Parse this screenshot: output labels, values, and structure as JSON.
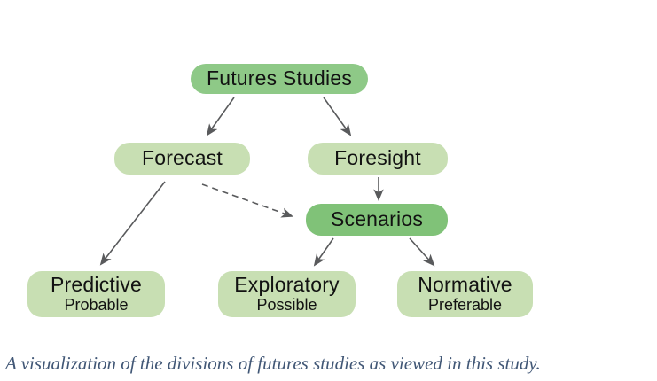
{
  "diagram": {
    "nodes": {
      "futures_studies": {
        "label": "Futures Studies"
      },
      "forecast": {
        "label": "Forecast"
      },
      "foresight": {
        "label": "Foresight"
      },
      "scenarios": {
        "label": "Scenarios"
      },
      "predictive": {
        "label": "Predictive",
        "sublabel": "Probable"
      },
      "exploratory": {
        "label": "Exploratory",
        "sublabel": "Possible"
      },
      "normative": {
        "label": "Normative",
        "sublabel": "Preferable"
      }
    },
    "edges": [
      {
        "from": "futures_studies",
        "to": "forecast",
        "style": "solid"
      },
      {
        "from": "futures_studies",
        "to": "foresight",
        "style": "solid"
      },
      {
        "from": "forecast",
        "to": "predictive",
        "style": "solid"
      },
      {
        "from": "forecast",
        "to": "scenarios",
        "style": "dashed"
      },
      {
        "from": "foresight",
        "to": "scenarios",
        "style": "solid"
      },
      {
        "from": "scenarios",
        "to": "exploratory",
        "style": "solid"
      },
      {
        "from": "scenarios",
        "to": "normative",
        "style": "solid"
      }
    ],
    "colors": {
      "node_dark": "#8ec987",
      "node_scenarios": "#80c278",
      "node_light": "#c8dfb3",
      "arrow": "#595a5c",
      "caption": "#415776"
    }
  },
  "caption": {
    "text": "A visualization of the divisions of futures studies as viewed in this study."
  }
}
